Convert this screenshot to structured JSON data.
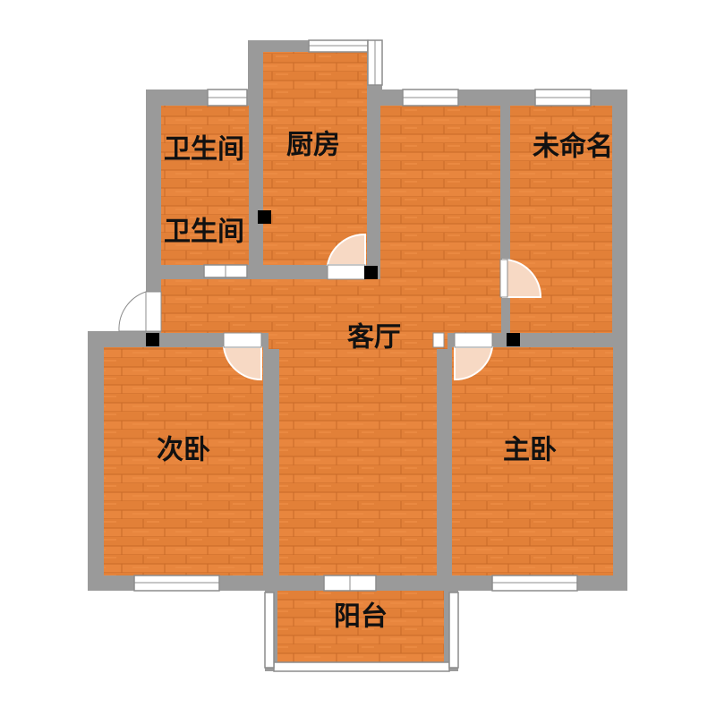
{
  "colors": {
    "floor": "#E8863E",
    "floor_dark": "#D8772F",
    "plank_line": "#B85E22",
    "wall": "#9A9A9A",
    "wall_inner": "#A8A8A8",
    "window_frame": "#8C8C8C",
    "window_glass": "#FFFFFF",
    "pillar": "#000000",
    "door_arc": "#FFFFFF",
    "label": "#111111",
    "background": "#FFFFFF"
  },
  "rooms": {
    "bathroom_1": "卫生间",
    "bathroom_2": "卫生间",
    "kitchen": "厨房",
    "unnamed": "未命名",
    "living_room": "客厅",
    "second_bedroom": "次卧",
    "master_bedroom": "主卧",
    "balcony": "阳台"
  }
}
